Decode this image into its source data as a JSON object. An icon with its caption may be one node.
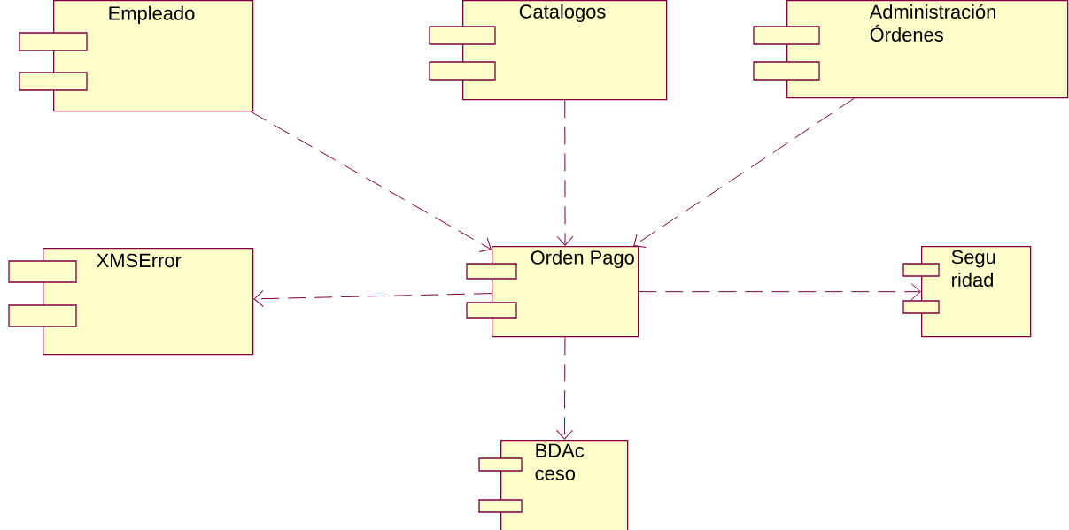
{
  "diagram": {
    "nodes": [
      {
        "text": [
          "Empleado"
        ]
      },
      {
        "text": [
          "Catalogos"
        ]
      },
      {
        "text": [
          "Administración Órdenes"
        ]
      },
      {
        "text": [
          "XMSError"
        ]
      },
      {
        "text": [
          "Orden Pago"
        ]
      },
      {
        "text": [
          "Segu ridad"
        ]
      },
      {
        "text": [
          "BDAc ceso"
        ]
      }
    ],
    "edges": [
      {
        "from": 0,
        "to": 4,
        "arrow": "to",
        "style": "dashed"
      },
      {
        "from": 1,
        "to": 4,
        "arrow": "to",
        "style": "dashed"
      },
      {
        "from": 2,
        "to": 4,
        "arrow": "to",
        "style": "dashed"
      },
      {
        "from": 4,
        "to": 3,
        "arrow": "to",
        "style": "dashed"
      },
      {
        "from": 4,
        "to": 5,
        "arrow": "to",
        "style": "dashed"
      },
      {
        "from": 4,
        "to": 6,
        "arrow": "to",
        "style": "dashed"
      }
    ]
  }
}
